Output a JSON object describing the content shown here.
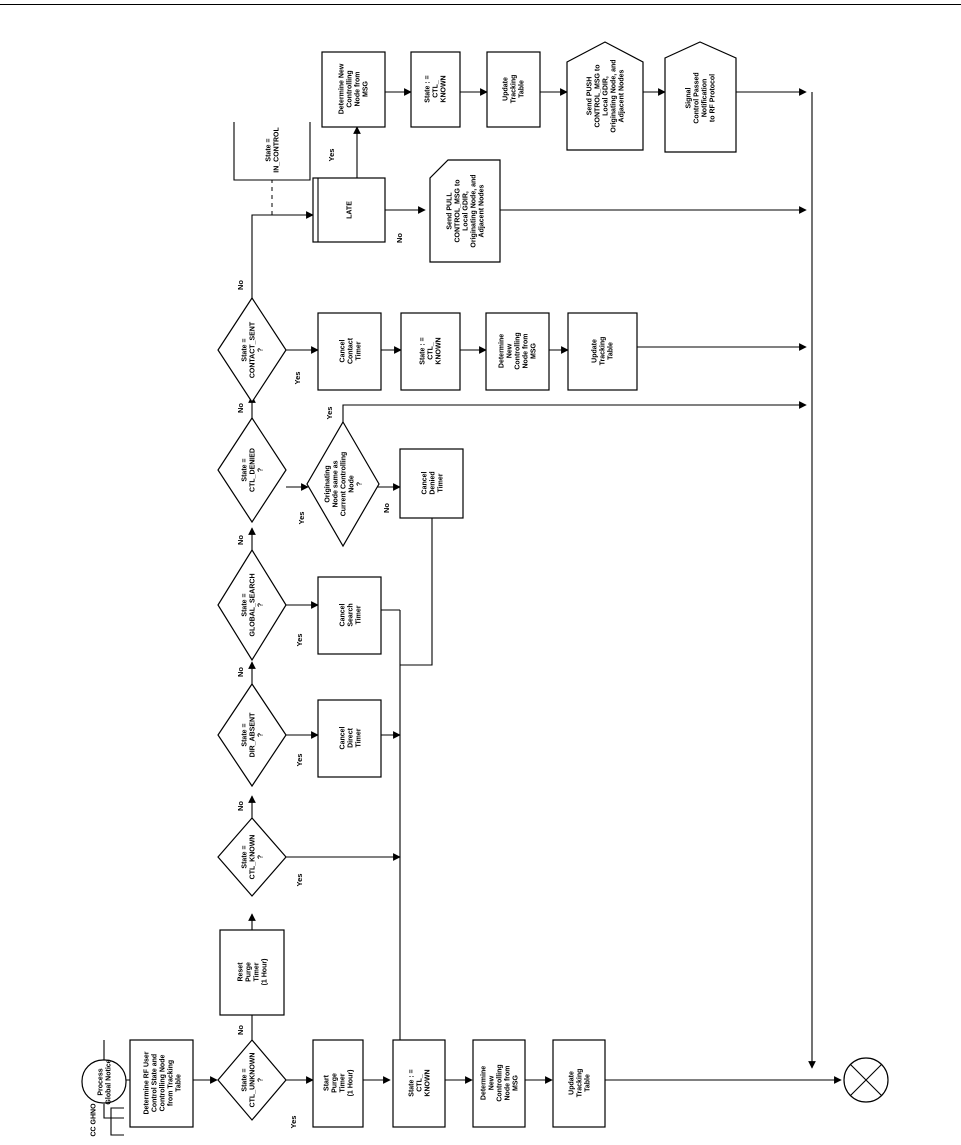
{
  "nodes": {
    "start": [
      "Process",
      "Global Notice"
    ],
    "cc_ghno": [
      "CC GHNO"
    ],
    "determine_rf": [
      "Determine RF User",
      "Control State and",
      "Controlling Node",
      "from Tracking",
      "Table"
    ],
    "d_unknown": [
      "State =",
      "CTL_UNKNOWN",
      "?"
    ],
    "reset_purge": [
      "Reset",
      "Purge",
      "Timer",
      "(1 Hour)"
    ],
    "start_purge": [
      "Start",
      "Purge",
      "Timer",
      "(1 Hour)"
    ],
    "b_ctl_known": [
      "State : =",
      "CTL_",
      "KNOWN"
    ],
    "b_determine": [
      "Determine",
      "New",
      "Controlling",
      "Node from",
      "MSG"
    ],
    "b_update": [
      "Update",
      "Tracking",
      "Table"
    ],
    "d_known": [
      "State =",
      "CTL_KNOWN",
      "?"
    ],
    "d_absent": [
      "State =",
      "DIR_ABSENT",
      "?"
    ],
    "cancel_direct": [
      "Cancel",
      "Direct",
      "Timer"
    ],
    "d_search": [
      "State =",
      "GLOBAL_SEARCH",
      "?"
    ],
    "cancel_search": [
      "Cancel",
      "Search",
      "Timer"
    ],
    "d_denied": [
      "State =",
      "CTL_DENIED",
      "?"
    ],
    "d_orig": [
      "Originating",
      "Node same as",
      "Current Controlling",
      "Node",
      "?"
    ],
    "cancel_denied": [
      "Cancel",
      "Denied",
      "Timer"
    ],
    "d_contact": [
      "State =",
      "CONTACT_SENT",
      "?"
    ],
    "cancel_contact": [
      "Cancel",
      "Contact",
      "Timer"
    ],
    "m_ctl_known": [
      "State : =",
      "CTL_",
      "KNOWN"
    ],
    "m_determine": [
      "Determine",
      "New",
      "Controlling",
      "Node from",
      "MSG"
    ],
    "m_update": [
      "Update",
      "Tracking",
      "Table"
    ],
    "in_control": [
      "State =",
      "IN_CONTROL"
    ],
    "late": [
      "LATE"
    ],
    "send_pull": [
      "Send PULL",
      "CONTROL_MSG to",
      "Local GDIR,",
      "Originating Node, and",
      "Adjacent Nodes"
    ],
    "t_determine": [
      "Determine New",
      "Controlling",
      "Node from",
      "MSG"
    ],
    "t_ctl_known": [
      "State : =",
      "CTL_",
      "KNOWN"
    ],
    "t_update": [
      "Update",
      "Tracking",
      "Table"
    ],
    "send_push": [
      "Send PUSH",
      "CONTROL_MSG to",
      "Local GDIR,",
      "Originating Node, and",
      "Adjacent Nodes"
    ],
    "signal": [
      "Signal",
      "Control Passed",
      "Notification",
      "to RF Protocol"
    ]
  },
  "labels": {
    "yes": "Yes",
    "no": "No"
  }
}
